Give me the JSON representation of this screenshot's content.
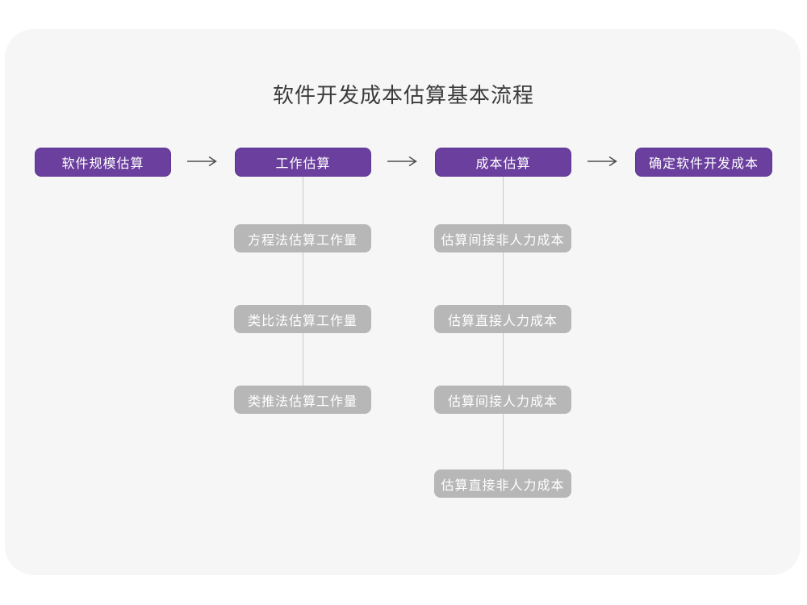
{
  "title": "软件开发成本估算基本流程",
  "colors": {
    "page_bg": "#ffffff",
    "card_bg": "#f6f6f7",
    "stage_bg": "#6a3f9d",
    "sub_bg": "#b7b7b7",
    "connector_line": "#c9c9c9",
    "arrow": "#4f4f4f",
    "title_text": "#3b3b3b",
    "box_text": "#ffffff"
  },
  "flow": {
    "stages": [
      {
        "label": "软件规模估算"
      },
      {
        "label": "工作估算"
      },
      {
        "label": "成本估算"
      },
      {
        "label": "确定软件开发成本"
      }
    ],
    "work_substeps": [
      {
        "label": "方程法估算工作量"
      },
      {
        "label": "类比法估算工作量"
      },
      {
        "label": "类推法估算工作量"
      }
    ],
    "cost_substeps": [
      {
        "label": "估算间接非人力成本"
      },
      {
        "label": "估算直接人力成本"
      },
      {
        "label": "估算间接人力成本"
      },
      {
        "label": "估算直接非人力成本"
      }
    ]
  }
}
